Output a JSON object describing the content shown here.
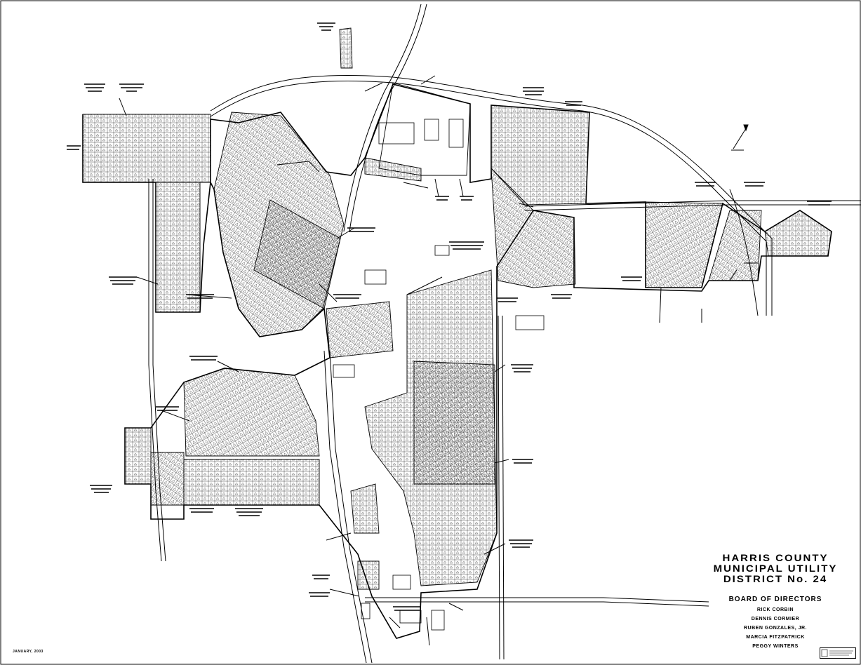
{
  "title_block": {
    "lines": [
      "HARRIS COUNTY",
      "MUNICIPAL UTILITY",
      "DISTRICT No. 24"
    ],
    "board_heading": "BOARD OF DIRECTORS",
    "directors": [
      "RICK CORBIN",
      "DENNIS CORMIER",
      "RUBEN GONZALES, JR.",
      "MARCIA FITZPATRICK",
      "PEGGY WINTERS"
    ]
  },
  "date_note": "JANUARY, 2003",
  "map": {
    "linework_color": "#000000",
    "background_color": "#ffffff",
    "north_arrow_icon": "north-arrow-icon"
  }
}
